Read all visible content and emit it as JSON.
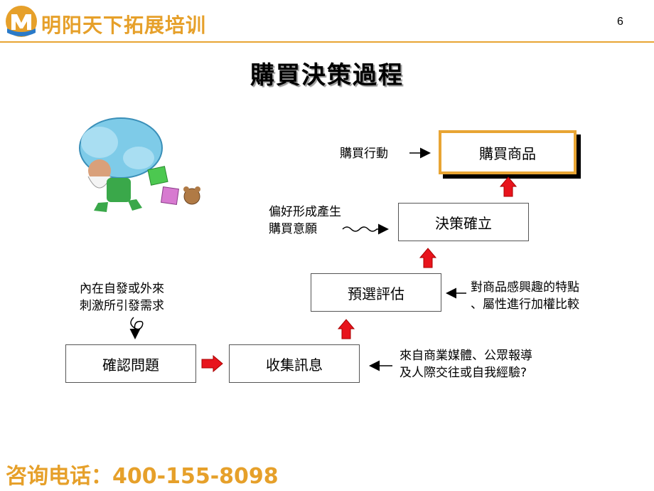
{
  "header": {
    "brand": "明阳天下拓展培训",
    "page_number": "6"
  },
  "title": "購買決策過程",
  "flow": {
    "confirm_problem": "確認問題",
    "collect_info": "收集訊息",
    "pre_selection": "預選評估",
    "decision": "決策確立",
    "purchase": "購買商品"
  },
  "notes": {
    "internal_external_1": "內在自發或外來",
    "internal_external_2": "刺激所引發需求",
    "sources_1": "來自商業媒體、公眾報導",
    "sources_2": "及人際交往或自我經驗?",
    "weighting_1": "對商品感興趣的特點",
    "weighting_2": "、屬性進行加權比較",
    "preference_1": "偏好形成產生",
    "preference_2": "購買意願",
    "purchase_action": "購買行動"
  },
  "footer": {
    "contact": "咨询电话：400-155-8098"
  },
  "colors": {
    "brand": "#e6a02a",
    "arrow_red": "#e8141c",
    "box_border_accent": "#e8a534"
  }
}
